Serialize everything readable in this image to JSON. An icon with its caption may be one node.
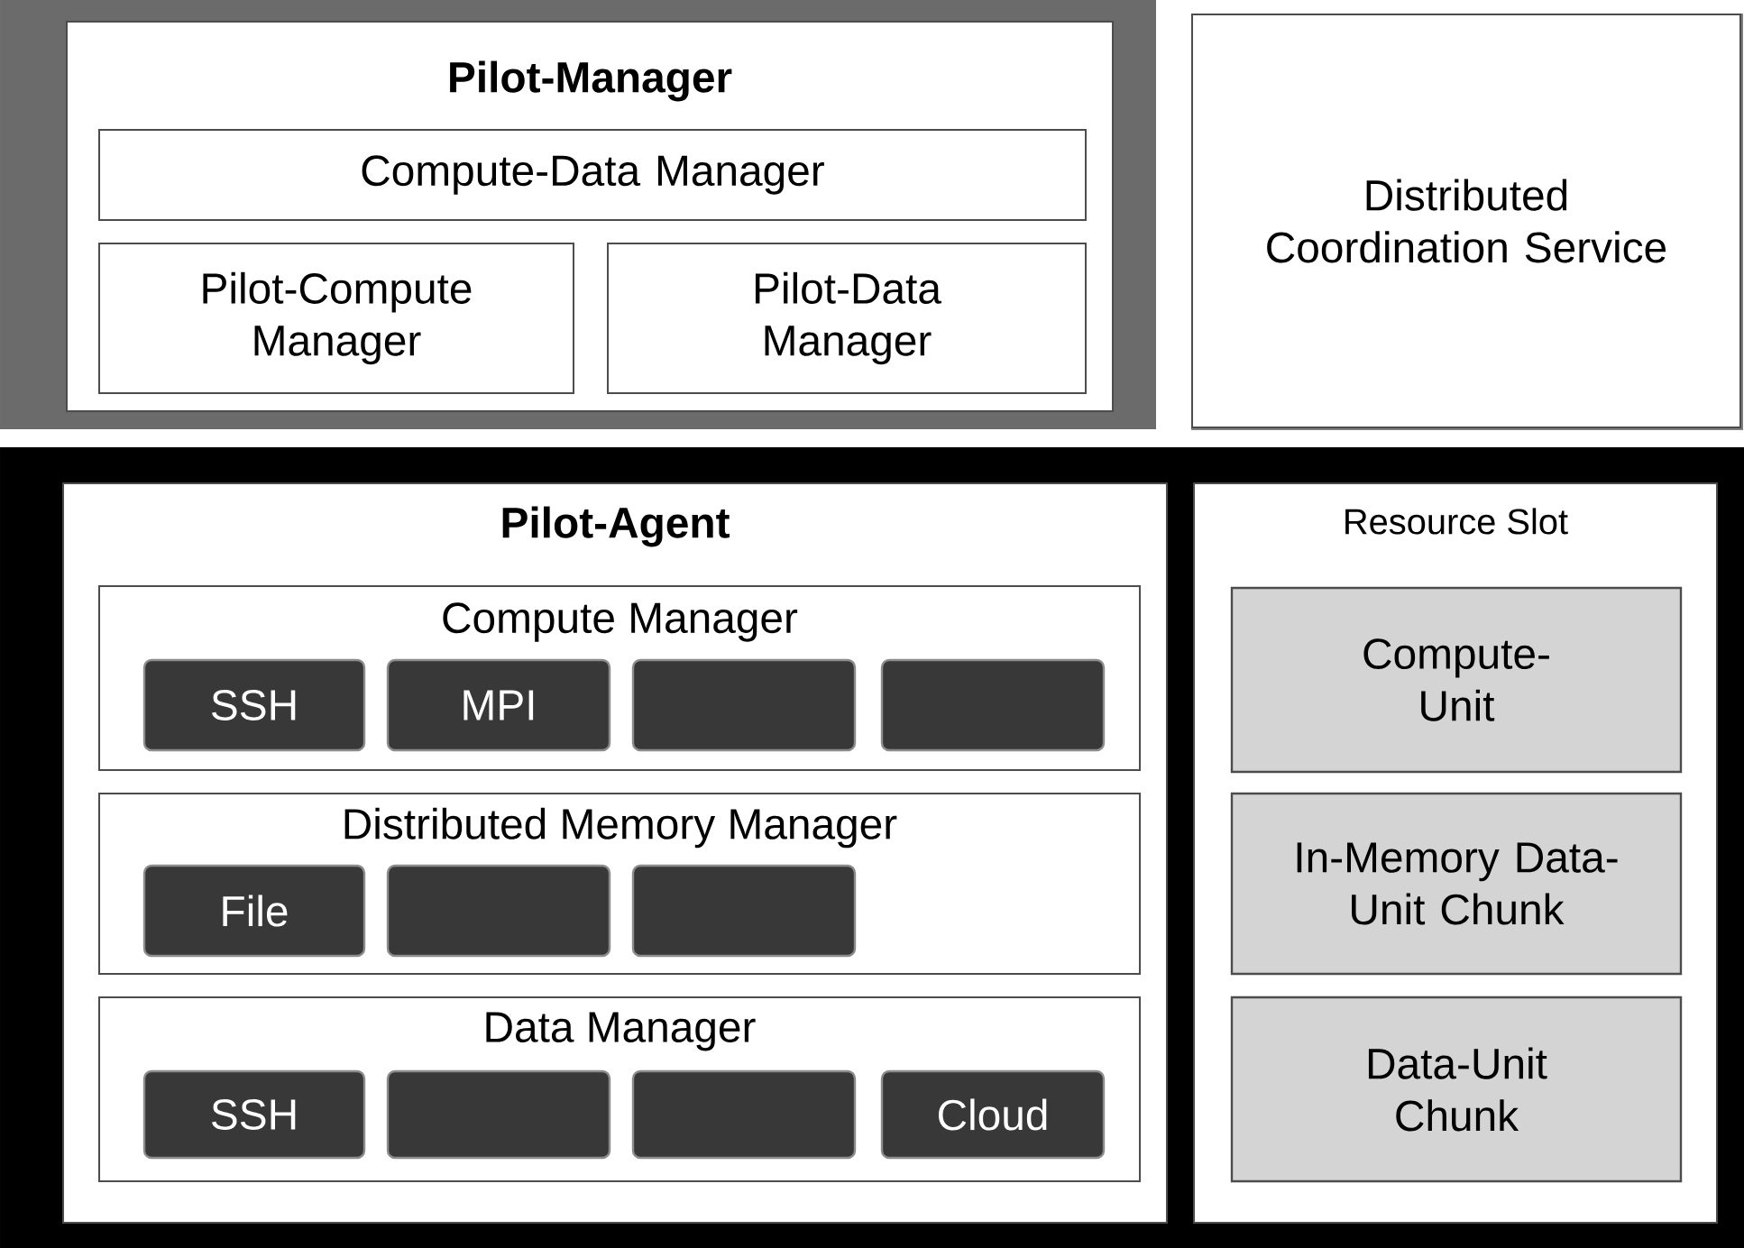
{
  "diagram": {
    "nodes": [
      {
        "text": [
          "Pilot-Manager"
        ]
      },
      {
        "text": [
          "Compute-Data Manager"
        ],
        "in": 0
      },
      {
        "text": [
          "Pilot-Compute Manager"
        ],
        "in": 0
      },
      {
        "text": [
          "Pilot-Data Manager"
        ],
        "in": 0
      },
      {
        "text": [
          "Distributed Coordination Service"
        ]
      },
      {
        "text": [
          "Pilot-Agent"
        ]
      },
      {
        "text": [
          "Compute Manager"
        ],
        "in": 5
      },
      {
        "text": [
          "SSH"
        ],
        "in": 6
      },
      {
        "text": [
          "MPI"
        ],
        "in": 6
      },
      {
        "text": [],
        "shape": "box",
        "in": 6
      },
      {
        "text": [],
        "shape": "box",
        "in": 6
      },
      {
        "text": [
          "Distributed Memory Manager"
        ],
        "in": 5
      },
      {
        "text": [
          "File"
        ],
        "in": 11
      },
      {
        "text": [],
        "shape": "box",
        "in": 11
      },
      {
        "text": [],
        "shape": "box",
        "in": 11
      },
      {
        "text": [
          "Data Manager"
        ],
        "in": 5
      },
      {
        "text": [
          "SSH"
        ],
        "in": 15
      },
      {
        "text": [],
        "shape": "box",
        "in": 15
      },
      {
        "text": [],
        "shape": "box",
        "in": 15
      },
      {
        "text": [
          "Cloud"
        ],
        "in": 15
      },
      {
        "text": [
          "Resource Slot"
        ]
      },
      {
        "text": [
          "Compute-Unit"
        ],
        "in": 20
      },
      {
        "text": [
          "In-Memory Data-Unit Chunk"
        ],
        "in": 20
      },
      {
        "text": [
          "Data-Unit Chunk"
        ],
        "in": 20
      }
    ]
  }
}
